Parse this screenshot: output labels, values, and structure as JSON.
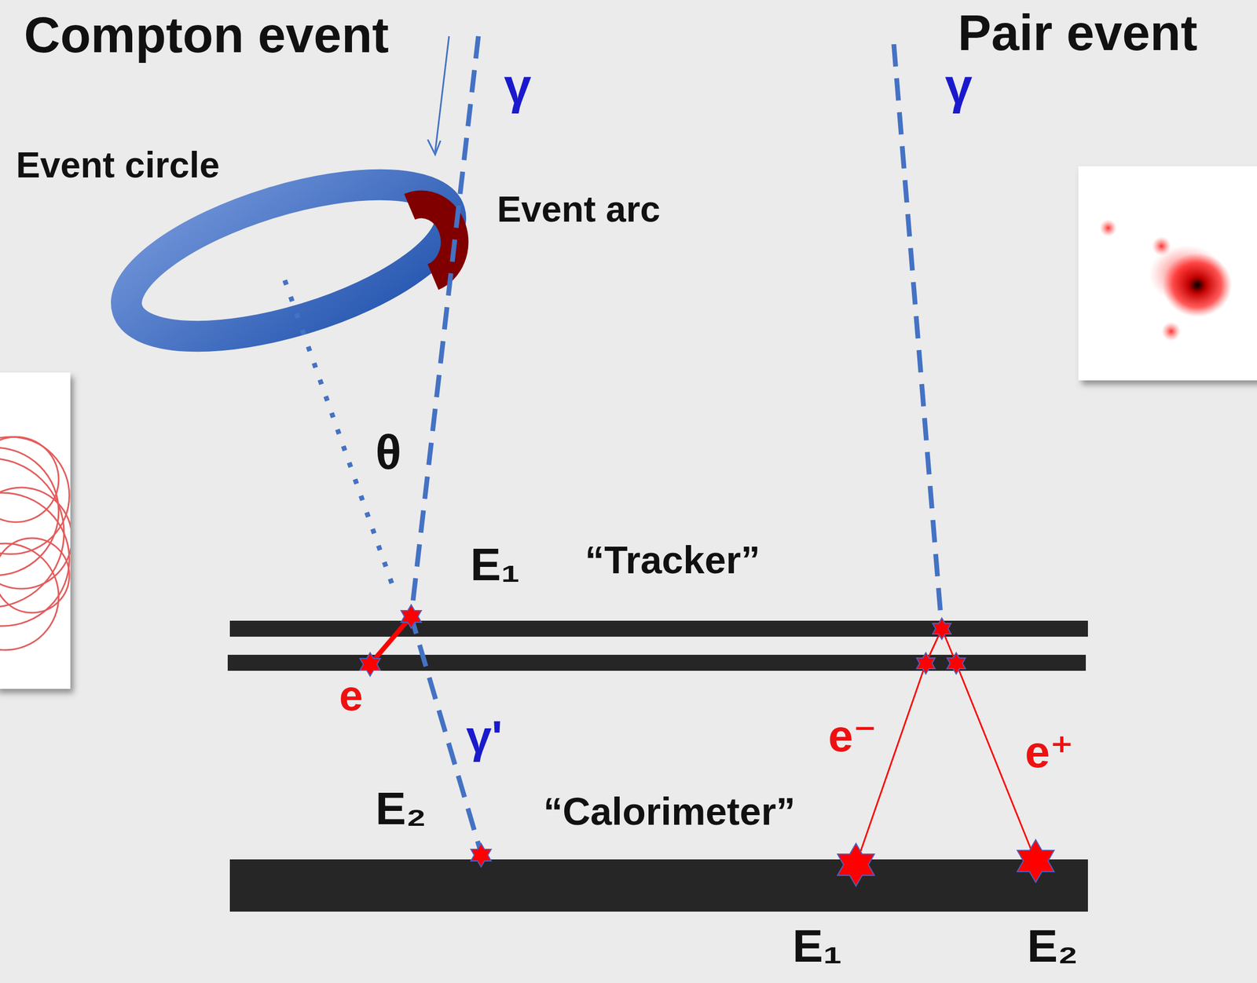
{
  "diagram": {
    "labels": [
      "Compton event",
      "Pair event",
      "γ",
      "γ",
      "Event circle",
      "Event arc",
      "θ",
      "E₁",
      "“Tracker”",
      "e",
      "γ'",
      "E₂",
      "“Calorimeter”",
      "e⁻",
      "e⁺",
      "E₁",
      "E₂"
    ]
  }
}
